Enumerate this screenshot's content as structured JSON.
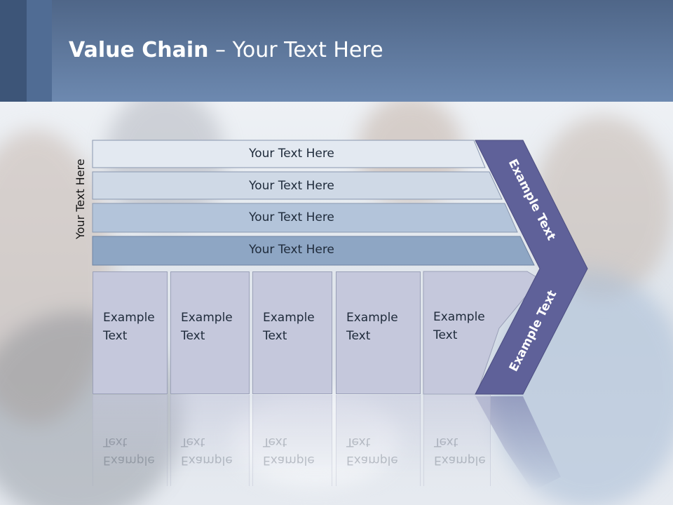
{
  "title": {
    "bold": "Value Chain",
    "rest": " – Your Text Here"
  },
  "side_label": "Your Text Here",
  "rows": [
    {
      "label": "Your Text Here"
    },
    {
      "label": "Your Text Here"
    },
    {
      "label": "Your Text Here"
    },
    {
      "label": "Your Text Here"
    }
  ],
  "cells": [
    {
      "text": "Example\nText"
    },
    {
      "text": "Example\nText"
    },
    {
      "text": "Example\nText"
    },
    {
      "text": "Example\nText"
    },
    {
      "text": "Example\nText"
    }
  ],
  "chevron": {
    "upper_label": "Example Text",
    "lower_label": "Example Text"
  },
  "colors": {
    "header": "#6d89b0",
    "chevron": "#5f6199",
    "row1": "#e3e9f1",
    "row2": "#cfd9e6",
    "row3": "#b3c4da",
    "row4": "#8ea6c4",
    "cell": "#c5c8dc"
  }
}
